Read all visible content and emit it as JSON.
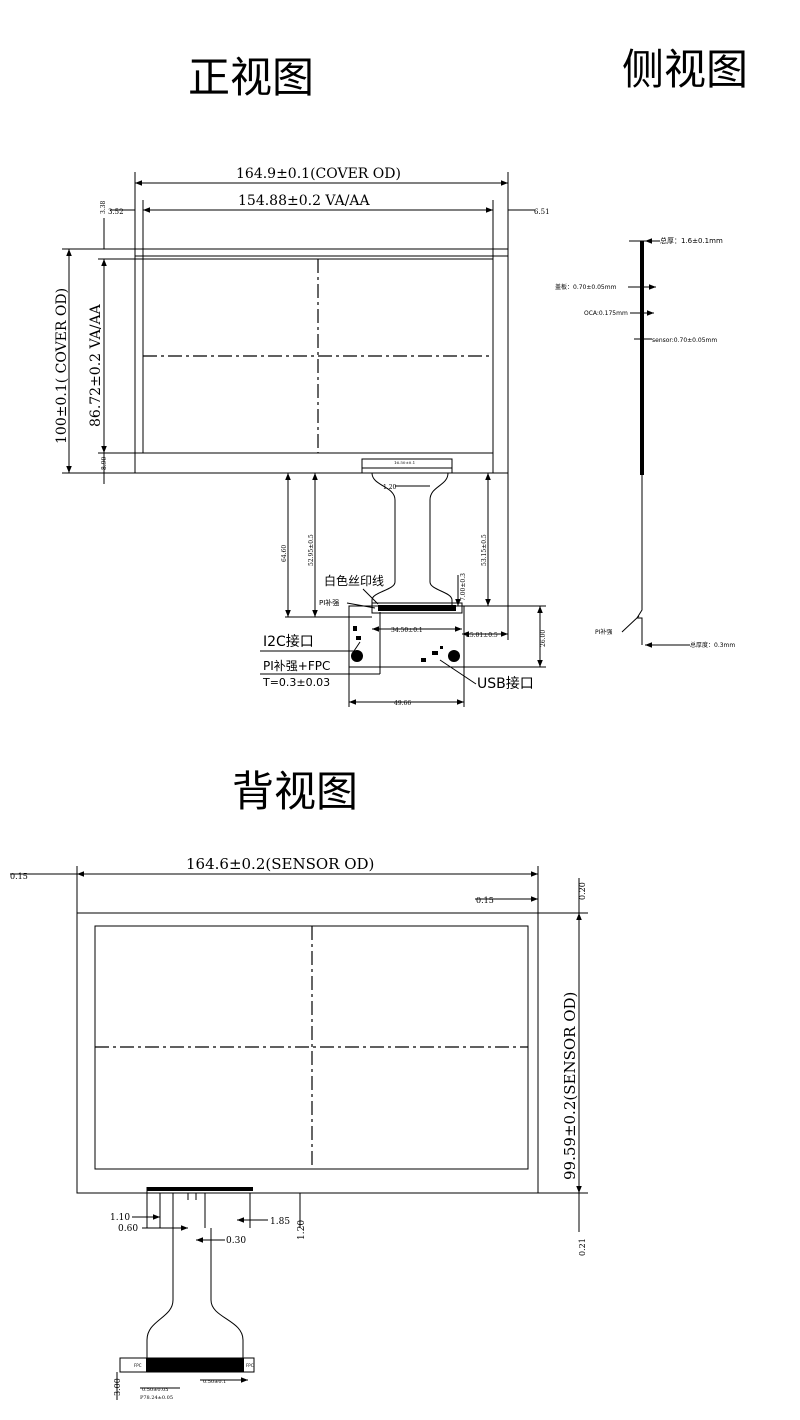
{
  "titles": {
    "front": "正视图",
    "side": "侧视图",
    "back": "背视图"
  },
  "front_view": {
    "cover_width": "164.9±0.1(COVER OD)",
    "va_width": "154.88±0.2  VA/AA",
    "left_offset": "3.52",
    "right_offset": "6.51",
    "top_offset": "3.38",
    "bottom_offset": "8.90",
    "cover_height": "100±0.1( COVER OD)",
    "va_height": "86.72±0.2 VA/AA",
    "fpc_top_width": "16.50±0.1",
    "fpc_neck": "1.20",
    "dim_64_60": "64.60",
    "dim_52_95": "52.95±0.5",
    "dim_53_15": "53.15±0.5",
    "dim_7_00": "7.00±0.3",
    "dim_34_50": "34.50±0.1",
    "dim_25_01": "25.01±0.5",
    "dim_26_00": "26.00",
    "dim_49_66": "49.66",
    "label_silkscreen": "白色丝印线",
    "label_pi_stiffener": "PI补强",
    "label_i2c": "I2C接口",
    "label_pi_fpc": "PI补强+FPC",
    "label_thickness": "T=0.3±0.03",
    "label_usb": "USB接口"
  },
  "side_view": {
    "total_thickness": "总厚：1.6±0.1mm",
    "cover_plate": "盖板：0.70±0.05mm",
    "oca": "OCA:0.175mm",
    "sensor": "sensor:0.70±0.05mm",
    "pi_stiffener": "PI补强",
    "tail_thickness": "总厚度：0.3mm"
  },
  "back_view": {
    "sensor_width": "164.6±0.2(SENSOR OD)",
    "left_offset": "0.15",
    "right_offset": "0.15",
    "top_right": "0.20",
    "bottom_right": "0.21",
    "sensor_height": "99.59±0.2(SENSOR OD)",
    "dim_1_10": "1.10",
    "dim_0_60": "0.60",
    "dim_0_30": "0.30",
    "dim_1_85": "1.85",
    "dim_1_20": "1.20",
    "dim_3_00": "3.00",
    "dim_0_50_a": "0.50±0.05",
    "dim_0_50_b": "0.50±0.1",
    "dim_pitch": "P78.24±0.05",
    "tag_left": "FPC",
    "tag_right": "FPC"
  }
}
